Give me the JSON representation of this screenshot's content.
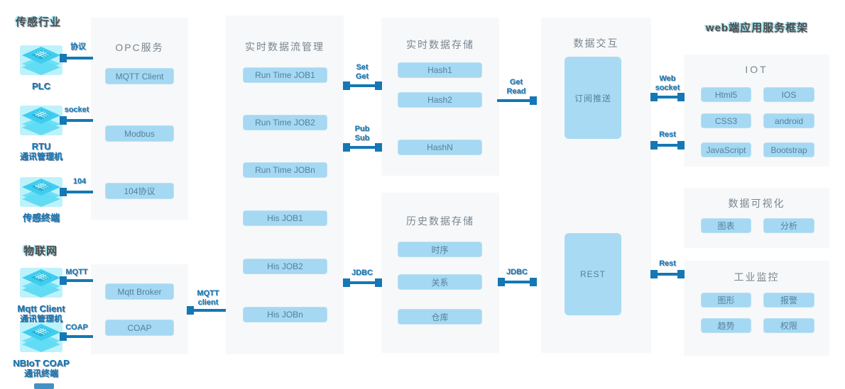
{
  "headers": {
    "industry": "传感行业",
    "iot": "物联网",
    "web": "web端应用服务框架"
  },
  "devices": [
    {
      "id": "plc",
      "lines": [
        "PLC"
      ]
    },
    {
      "id": "rtu",
      "lines": [
        "RTU",
        "通讯管理机"
      ]
    },
    {
      "id": "sensor-terminal",
      "lines": [
        "传感终端"
      ]
    },
    {
      "id": "mqtt-client",
      "lines": [
        "Mqtt Client",
        "通讯管理机"
      ]
    },
    {
      "id": "nbiot-coap",
      "lines": [
        "NBIoT COAP",
        "通讯终端"
      ]
    }
  ],
  "panels": {
    "opc": {
      "title": "OPC服务",
      "buttons": [
        "MQTT Client",
        "Modbus",
        "104协议"
      ]
    },
    "broker": {
      "buttons": [
        "Mqtt  Broker",
        "COAP"
      ]
    },
    "stream": {
      "title": "实时数据流管理",
      "buttons": [
        "Run Time JOB1",
        "Run Time JOB2",
        "Run Time JOBn",
        "His JOB1",
        "His JOB2",
        "His JOBn"
      ]
    },
    "realtime_store": {
      "title": "实时数据存储",
      "buttons": [
        "Hash1",
        "Hash2",
        "HashN"
      ]
    },
    "history_store": {
      "title": "历史数据存储",
      "buttons": [
        "时序",
        "关系",
        "仓库"
      ]
    },
    "interact": {
      "title": "数据交互",
      "boxes": [
        "订阅推送",
        "REST"
      ]
    },
    "iot": {
      "title": "IOT",
      "buttons": [
        "Html5",
        "IOS",
        "CSS3",
        "android",
        "JavaScript",
        "Bootstrap"
      ]
    },
    "visualization": {
      "title": "数据可视化",
      "buttons": [
        "图表",
        "分析"
      ]
    },
    "monitor": {
      "title": "工业监控",
      "buttons": [
        "图形",
        "报警",
        "趋势",
        "权限"
      ]
    }
  },
  "connectors": [
    {
      "id": "protocol",
      "label": "协议"
    },
    {
      "id": "socket",
      "label": "socket"
    },
    {
      "id": "s104",
      "label": "104"
    },
    {
      "id": "mqtt",
      "label": "MQTT"
    },
    {
      "id": "coap",
      "label": "COAP"
    },
    {
      "id": "mqtt-client",
      "label": "MQTT\nclient"
    },
    {
      "id": "set-get",
      "label": "Set\nGet"
    },
    {
      "id": "pub-sub",
      "label": "Pub\nSub"
    },
    {
      "id": "jdbc-left",
      "label": "JDBC"
    },
    {
      "id": "get-read",
      "label": "Get\nRead"
    },
    {
      "id": "jdbc-right",
      "label": "JDBC"
    },
    {
      "id": "web-socket",
      "label": "Web\nsocket"
    },
    {
      "id": "rest-upper",
      "label": "Rest"
    },
    {
      "id": "rest-lower",
      "label": "Rest"
    }
  ],
  "colors": {
    "accent": "#1577b5",
    "button_fill": "#a5d8f2",
    "panel_bg": "#f7f8f9",
    "device_cyan": "#3ecdef"
  }
}
